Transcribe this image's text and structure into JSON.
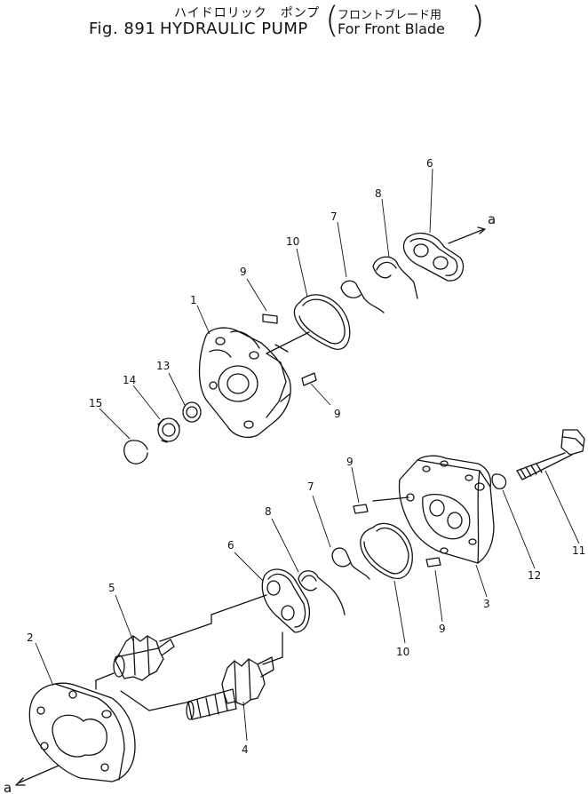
{
  "title": {
    "jp_name": "ハイドロリック　ポンプ",
    "fig_label": "Fig. 891",
    "main_title": "HYDRAULIC PUMP",
    "note_jp": "フロントブレード用",
    "note_en": "For Front Blade"
  },
  "callouts": [
    {
      "id": "c1",
      "text": "1"
    },
    {
      "id": "c2",
      "text": "2"
    },
    {
      "id": "c3",
      "text": "3"
    },
    {
      "id": "c4",
      "text": "4"
    },
    {
      "id": "c5",
      "text": "5"
    },
    {
      "id": "c6a",
      "text": "6"
    },
    {
      "id": "c6b",
      "text": "6"
    },
    {
      "id": "c7a",
      "text": "7"
    },
    {
      "id": "c7b",
      "text": "7"
    },
    {
      "id": "c8a",
      "text": "8"
    },
    {
      "id": "c8b",
      "text": "8"
    },
    {
      "id": "c9a",
      "text": "9"
    },
    {
      "id": "c9b",
      "text": "9"
    },
    {
      "id": "c9c",
      "text": "9"
    },
    {
      "id": "c9d",
      "text": "9"
    },
    {
      "id": "c10a",
      "text": "10"
    },
    {
      "id": "c10b",
      "text": "10"
    },
    {
      "id": "c11",
      "text": "11"
    },
    {
      "id": "c12",
      "text": "12"
    },
    {
      "id": "c13",
      "text": "13"
    },
    {
      "id": "c14",
      "text": "14"
    },
    {
      "id": "c15",
      "text": "15"
    }
  ],
  "arrows": [
    {
      "id": "a_top",
      "text": "a"
    },
    {
      "id": "a_bottom",
      "text": "a"
    }
  ]
}
